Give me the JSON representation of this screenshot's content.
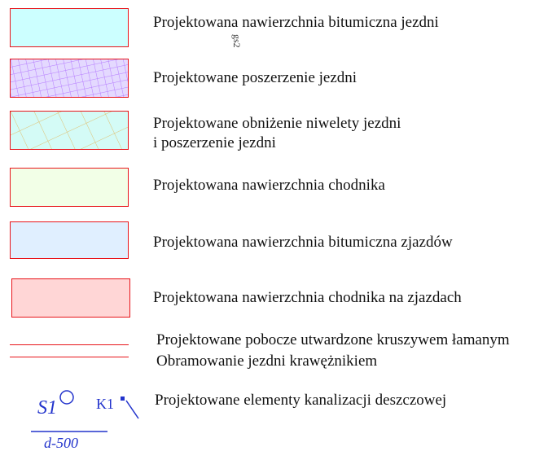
{
  "legend": {
    "items": [
      {
        "label": "Projektowana nawierzchnia bitumiczna jezdni",
        "fill": "#ccffff",
        "border": "#e8141a"
      },
      {
        "label": "Projektowane poszerzenie jezdni",
        "fill": "#e4d9ff",
        "hatch": "#b57bff",
        "border": "#e8141a"
      },
      {
        "label": "Projektowane obniżenie niwelety jezdni",
        "label2": "i poszerzenie jezdni",
        "fill": "#d4fbf6",
        "hatch": "#e0c070",
        "border": "#e8141a"
      },
      {
        "label": "Projektowana nawierzchnia chodnika",
        "fill": "#f2ffe7",
        "border": "#e8141a"
      },
      {
        "label": "Projektowana nawierzchnia bitumiczna zjazdów",
        "fill": "#e0efff",
        "border": "#e8141a"
      },
      {
        "label": "Projektowana nawierzchnia chodnika na zjazdach",
        "fill": "#ffd6d6",
        "border": "#e8141a"
      }
    ],
    "lines": {
      "label1": "Projektowane pobocze  utwardzone kruszywem łamanym",
      "label2": "Obramowanie jezdni krawężnikiem",
      "color": "#e8141a"
    },
    "drainage": {
      "symbol_text": "S1",
      "inlet_label": "K1",
      "diameter_label": "d-500",
      "label": "Projektowane elementy kanalizacji deszczowej",
      "color": "#2233cc"
    },
    "stray_mark": "gs2"
  }
}
